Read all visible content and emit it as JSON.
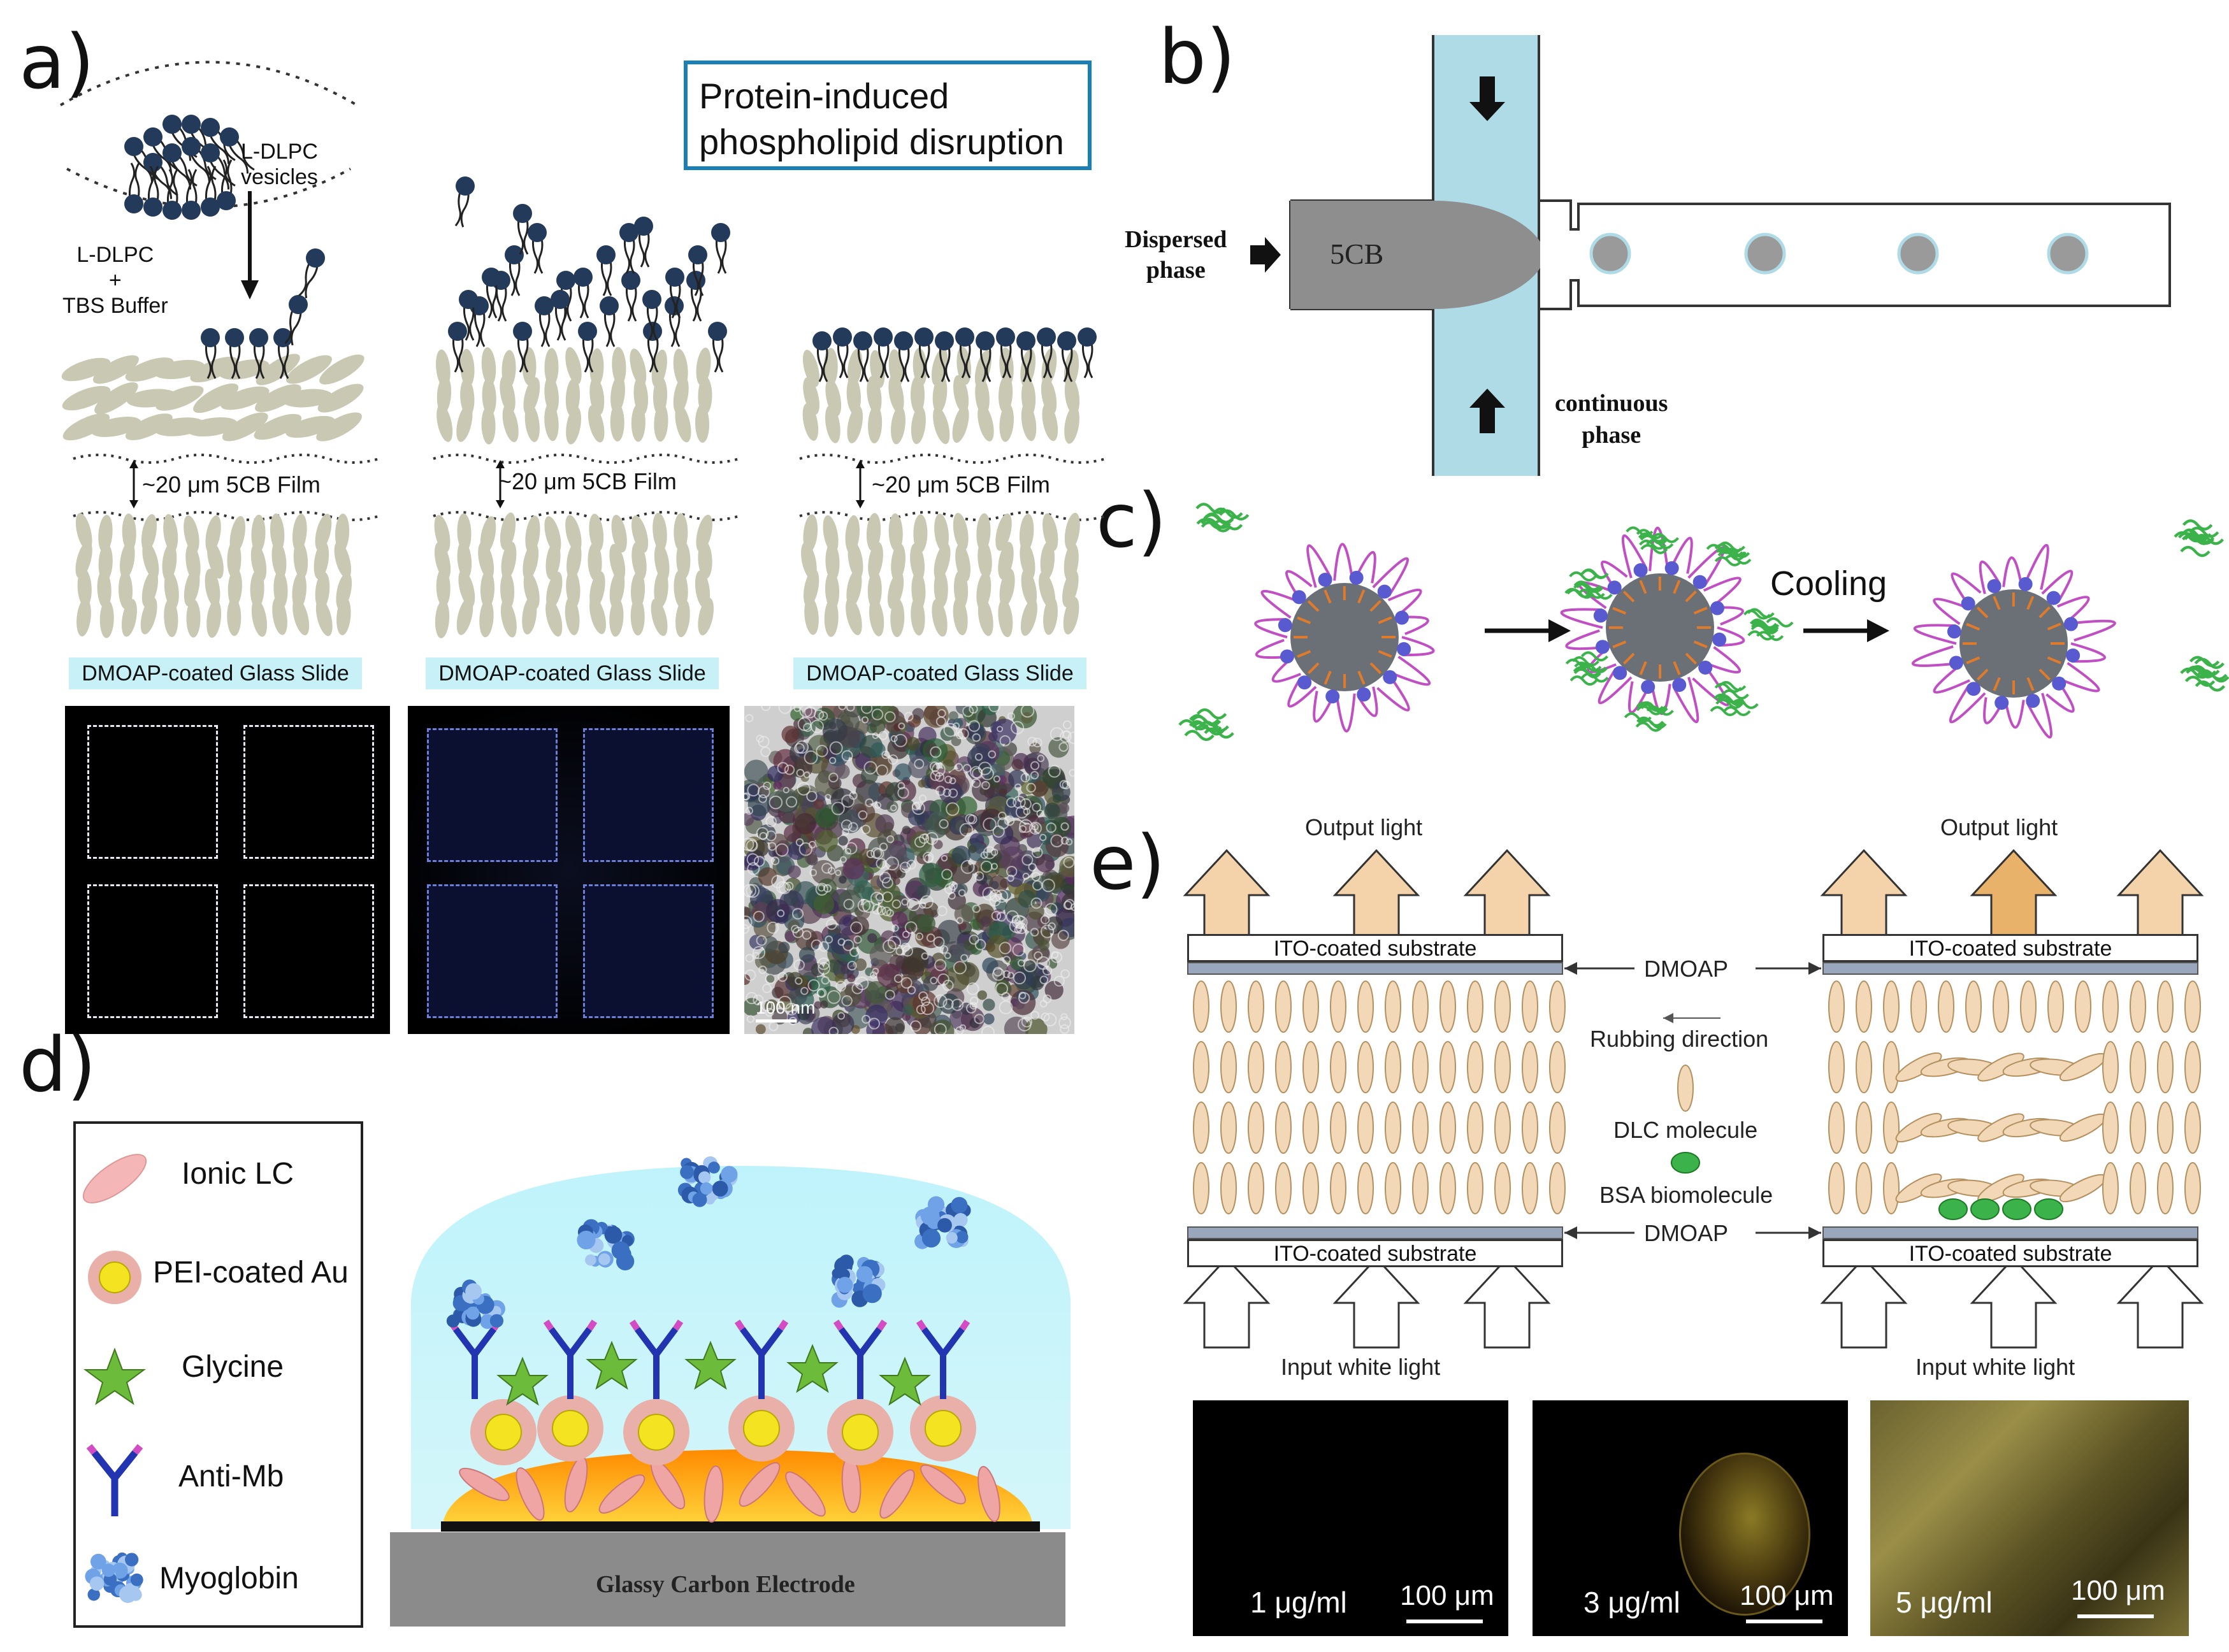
{
  "panel_labels": {
    "a": "a)",
    "b": "b)",
    "c": "c)",
    "d": "d)",
    "e": "e)"
  },
  "panel_a": {
    "title_box": "Protein-induced\nphospholipid disruption",
    "vesicles_label": "L-DLPC\nvesicles",
    "buffer_label": "L-DLPC\n+\nTBS Buffer",
    "film_label": "~20 μm 5CB Film",
    "slide_label": "DMOAP-coated Glass Slide",
    "scale_bar": "100 nm"
  },
  "panel_b": {
    "dispersed_label": "Dispersed\nphase",
    "continuous_label": "continuous\nphase",
    "droplet_label": "5CB"
  },
  "panel_c": {
    "cooling_label": "Cooling"
  },
  "panel_d": {
    "legend": [
      {
        "label": "Ionic LC",
        "icon": "ellipse-icon"
      },
      {
        "label": "PEI-coated Au",
        "icon": "gold-particle-icon"
      },
      {
        "label": "Glycine",
        "icon": "star-icon"
      },
      {
        "label": "Anti-Mb",
        "icon": "antibody-icon"
      },
      {
        "label": "Myoglobin",
        "icon": "protein-icon"
      }
    ],
    "electrode_label": "Glassy Carbon Electrode"
  },
  "panel_e": {
    "output_light": "Output light",
    "input_light": "Input white light",
    "ito_label": "ITO-coated substrate",
    "dmoap_label": "DMOAP",
    "rubbing_label": "Rubbing direction",
    "dlc_label": "DLC molecule",
    "bsa_label": "BSA biomolecule",
    "micrographs": [
      {
        "conc": "1 μg/ml",
        "scale": "100 μm"
      },
      {
        "conc": "3 μg/ml",
        "scale": "100 μm"
      },
      {
        "conc": "5 μg/ml",
        "scale": "100 μm"
      }
    ]
  },
  "colors": {
    "lc_rod": "#c9c8b3",
    "lipid_head": "#243a5a",
    "channel": "#aedbe6",
    "mesogen": "#f2d8b6",
    "bsa": "#3bb34a",
    "polymer": "#c04fc4",
    "au": "#f3e321"
  }
}
